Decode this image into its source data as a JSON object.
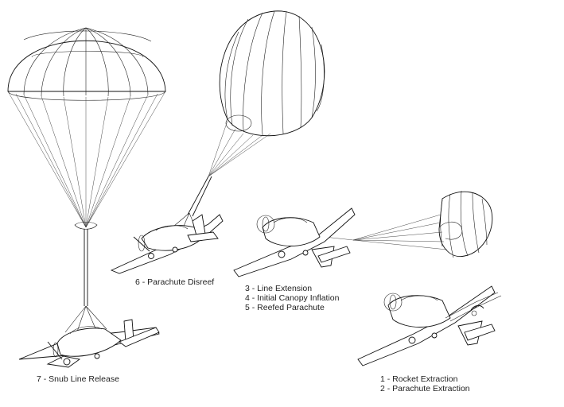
{
  "figure": {
    "background": "#ffffff",
    "line_color": "#111111",
    "stages": [
      {
        "id": "stage-1-2",
        "lines": [
          "1 - Rocket Extraction",
          "2 - Parachute Extraction"
        ]
      },
      {
        "id": "stage-3-5",
        "lines": [
          "3 - Line Extension",
          "4 - Initial Canopy Inflation",
          "5 - Reefed Parachute"
        ]
      },
      {
        "id": "stage-6",
        "lines": [
          "6 - Parachute Disreef"
        ]
      },
      {
        "id": "stage-7",
        "lines": [
          "7 - Snub Line Release"
        ]
      }
    ]
  }
}
